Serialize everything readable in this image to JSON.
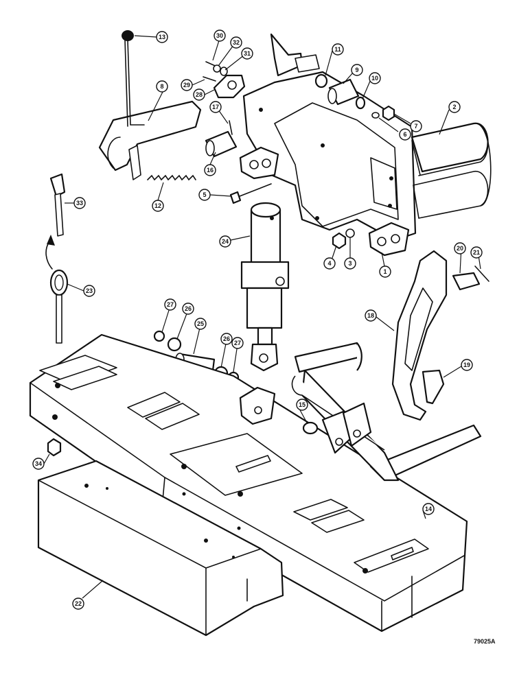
{
  "figure_code": "79025A",
  "callouts": [
    {
      "id": "c1",
      "label": "1"
    },
    {
      "id": "c2",
      "label": "2"
    },
    {
      "id": "c3",
      "label": "3"
    },
    {
      "id": "c4",
      "label": "4"
    },
    {
      "id": "c5",
      "label": "5"
    },
    {
      "id": "c6",
      "label": "6"
    },
    {
      "id": "c7",
      "label": "7"
    },
    {
      "id": "c8",
      "label": "8"
    },
    {
      "id": "c9",
      "label": "9"
    },
    {
      "id": "c10",
      "label": "10"
    },
    {
      "id": "c11",
      "label": "11"
    },
    {
      "id": "c12",
      "label": "12"
    },
    {
      "id": "c13",
      "label": "13"
    },
    {
      "id": "c14",
      "label": "14"
    },
    {
      "id": "c15",
      "label": "15"
    },
    {
      "id": "c16",
      "label": "16"
    },
    {
      "id": "c17",
      "label": "17"
    },
    {
      "id": "c18",
      "label": "18"
    },
    {
      "id": "c19",
      "label": "19"
    },
    {
      "id": "c20",
      "label": "20"
    },
    {
      "id": "c21",
      "label": "21"
    },
    {
      "id": "c22",
      "label": "22"
    },
    {
      "id": "c23",
      "label": "23"
    },
    {
      "id": "c24",
      "label": "24"
    },
    {
      "id": "c25",
      "label": "25"
    },
    {
      "id": "c26a",
      "label": "26"
    },
    {
      "id": "c26b",
      "label": "26"
    },
    {
      "id": "c27a",
      "label": "27"
    },
    {
      "id": "c27b",
      "label": "27"
    },
    {
      "id": "c28",
      "label": "28"
    },
    {
      "id": "c29",
      "label": "29"
    },
    {
      "id": "c30",
      "label": "30"
    },
    {
      "id": "c31",
      "label": "31"
    },
    {
      "id": "c32",
      "label": "32"
    },
    {
      "id": "c33",
      "label": "33"
    },
    {
      "id": "c34",
      "label": "34"
    }
  ]
}
